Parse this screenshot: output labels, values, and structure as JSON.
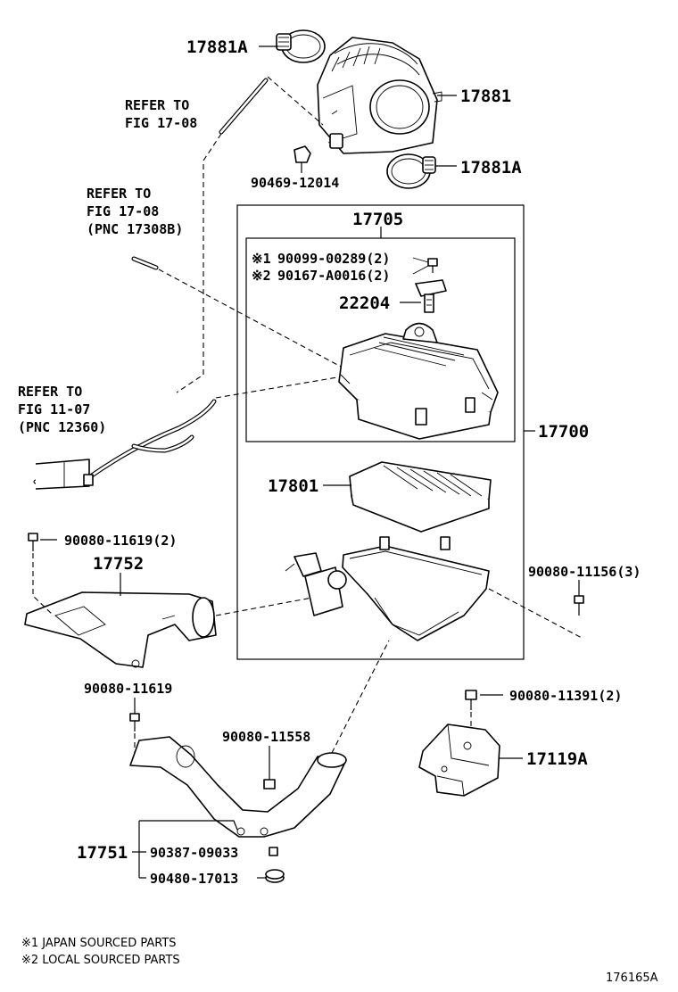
{
  "references": {
    "ref_fig_17_08_a": {
      "line1": "REFER TO",
      "line2": "FIG 17-08"
    },
    "ref_fig_17_08_b": {
      "line1": "REFER TO",
      "line2": "FIG 17-08",
      "line3": "(PNC 17308B)"
    },
    "ref_fig_11_07": {
      "line1": "REFER TO",
      "line2": "FIG 11-07",
      "line3": "(PNC 12360)"
    }
  },
  "parts": {
    "p17881A_top": "17881A",
    "p17881": "17881",
    "p90469": "90469-12014",
    "p17881A_bottom": "17881A",
    "p17705": "17705",
    "p90099": "90099-00289(2)",
    "p90167": "90167-A0016(2)",
    "p22204": "22204",
    "p17700": "17700",
    "p17801": "17801",
    "p90080_11619_2": "90080-11619(2)",
    "p17752": "17752",
    "p90080_11156": "90080-11156(3)",
    "p90080_11619": "90080-11619",
    "p90080_11391": "90080-11391(2)",
    "p90080_11558": "90080-11558",
    "p17119A": "17119A",
    "p17751": "17751",
    "p90387": "90387-09033",
    "p90480": "90480-17013"
  },
  "marks": {
    "mark1": "※1",
    "mark2": "※2"
  },
  "legend": {
    "note1": "※1 JAPAN SOURCED PARTS",
    "note2": "※2 LOCAL SOURCED PARTS"
  },
  "figure_id": "176165A"
}
